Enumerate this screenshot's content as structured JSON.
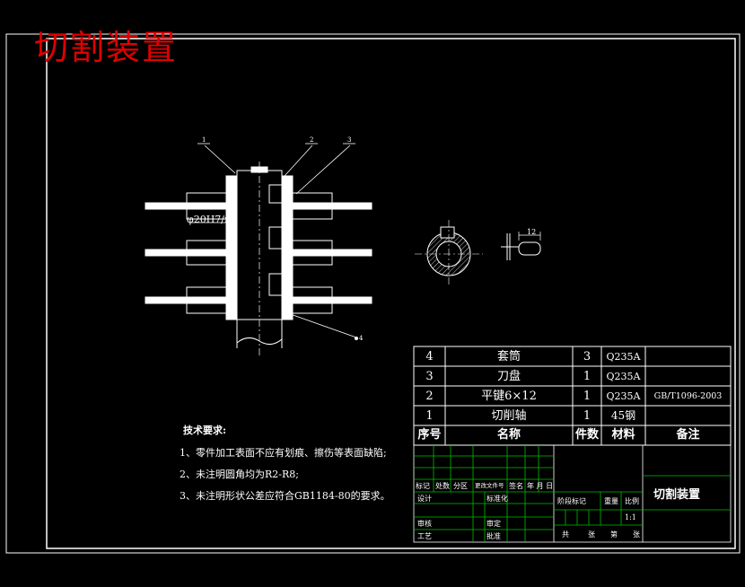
{
  "drawing_title": "切割装置",
  "leader_labels": [
    "1",
    "2",
    "3",
    "4"
  ],
  "dimension_label": "φ20H7/n6",
  "keyway_label": "12",
  "technical_notes": {
    "heading": "技术要求:",
    "items": [
      "1、零件加工表面不应有划痕、擦伤等表面缺陷;",
      "2、未注明圆角均为R2-R8;",
      "3、未注明形状公差应符合GB1184-80的要求。"
    ]
  },
  "bom": {
    "rows": [
      {
        "no": "4",
        "name": "套筒",
        "qty": "3",
        "material": "Q235A",
        "remark": ""
      },
      {
        "no": "3",
        "name": "刀盘",
        "qty": "1",
        "material": "Q235A",
        "remark": ""
      },
      {
        "no": "2",
        "name": "平键6×12",
        "qty": "1",
        "material": "Q235A",
        "remark": "GB/T1096-2003"
      },
      {
        "no": "1",
        "name": "切削轴",
        "qty": "1",
        "material": "45钢",
        "remark": ""
      }
    ],
    "header": {
      "no": "序号",
      "name": "名称",
      "qty": "件数",
      "material": "材料",
      "remark": "备注"
    }
  },
  "title_block": {
    "name": "切割装置",
    "scale": "1:1",
    "rev_row": [
      "标记",
      "处数",
      "分区",
      "更改文件号",
      "签名",
      "年 月 日"
    ],
    "roles": [
      "设计",
      "审核",
      "工艺"
    ],
    "roles2": [
      "标准化",
      "",
      "审定",
      "批准"
    ],
    "stage_row": [
      "阶段标记",
      "重量",
      "比例"
    ],
    "sheet_row": [
      "共",
      "张",
      "第",
      "张"
    ]
  },
  "colors": {
    "background": "#000000",
    "lines": "#ffffff",
    "title": "#e00000",
    "grid": "#00c000",
    "hatch": "#ffffff"
  }
}
